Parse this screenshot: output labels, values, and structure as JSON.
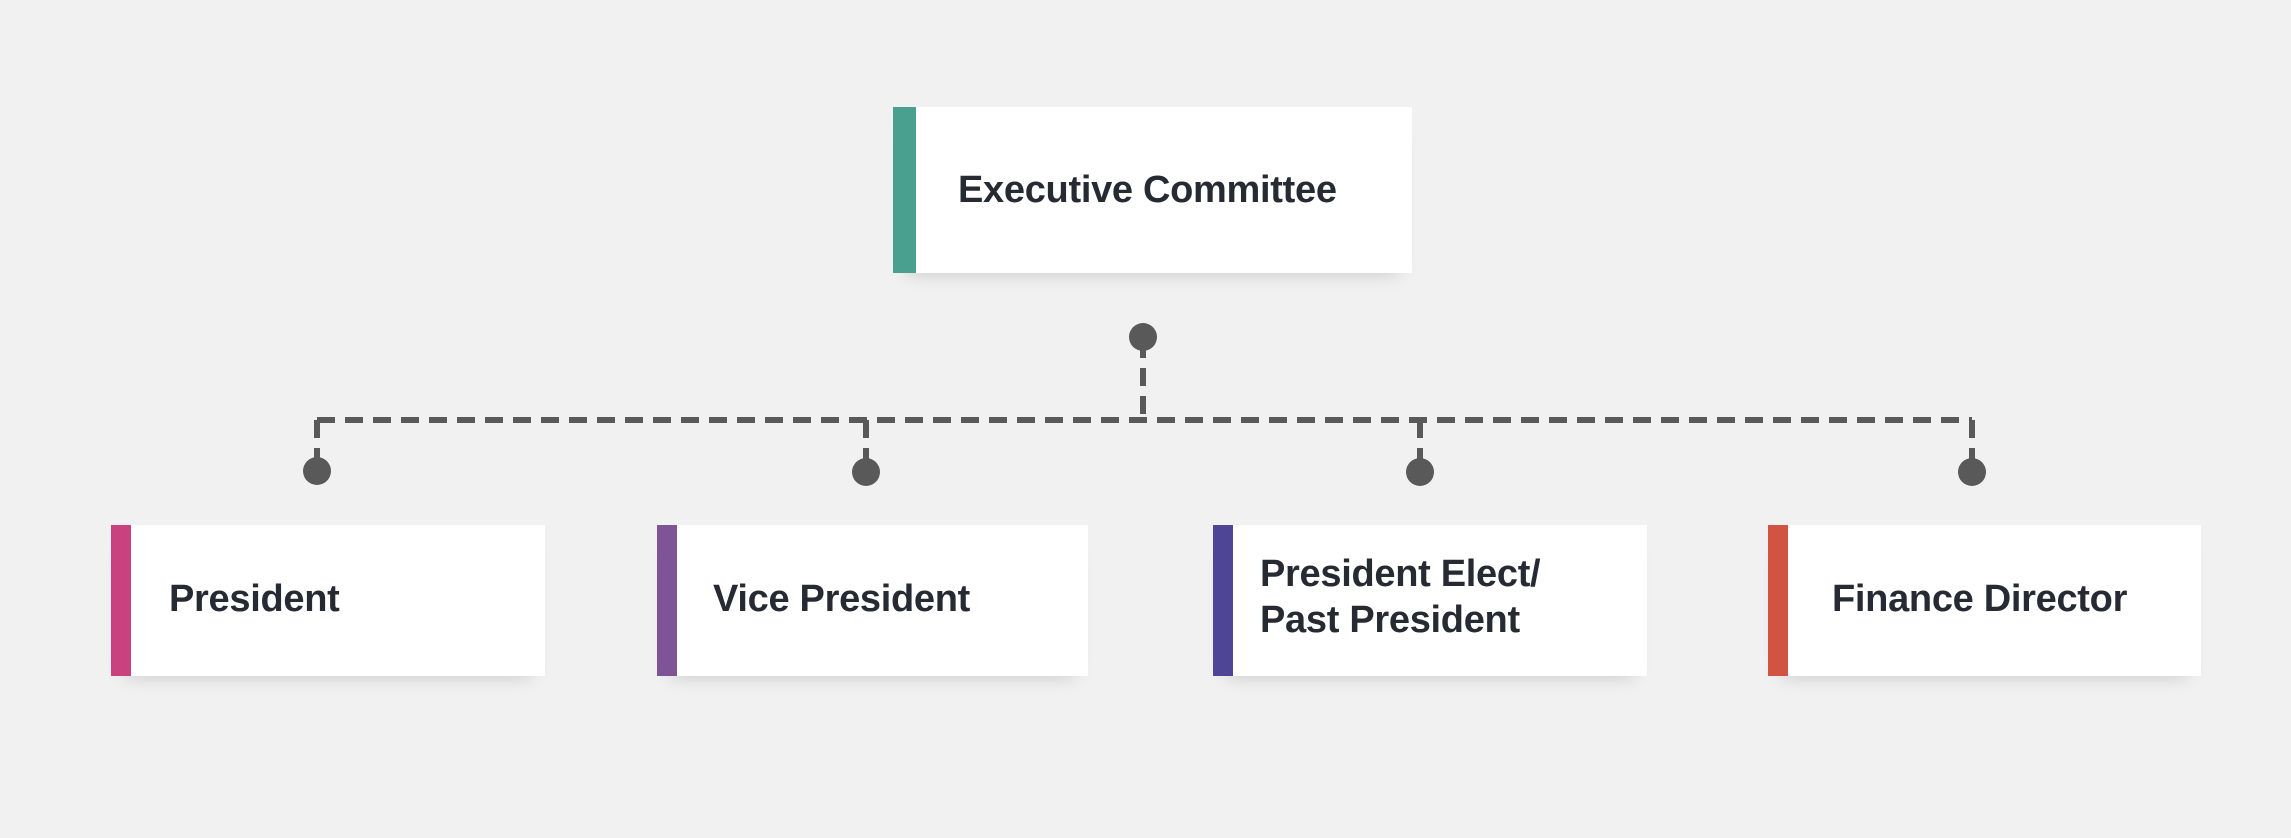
{
  "org_chart": {
    "root": {
      "label": "Executive Committee",
      "accent": "#4aa08e"
    },
    "children": [
      {
        "label": "President",
        "accent": "#c9417f"
      },
      {
        "label": "Vice President",
        "accent": "#7e5497"
      },
      {
        "label_line1": "President Elect/",
        "label_line2": "Past President",
        "accent": "#4f4597"
      },
      {
        "label": "Finance Director",
        "accent": "#d05441"
      }
    ],
    "connector_color": "#595959"
  }
}
